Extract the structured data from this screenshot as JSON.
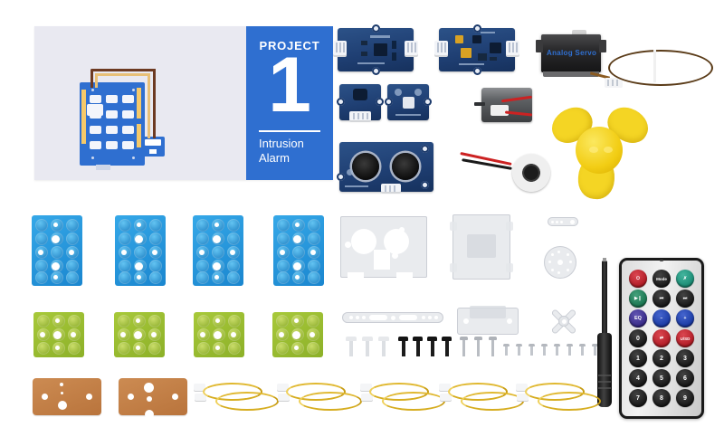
{
  "scene": {
    "title": "Intrusion Alarm project kit contents",
    "background_color": "#ffffff"
  },
  "project_card": {
    "name": "project-card",
    "eyebrow": "PROJECT",
    "number": "1",
    "subtitle_line1": "Intrusion",
    "subtitle_line2": "Alarm",
    "panel_color": "#2f6fd0",
    "card_color": "#e9e9f1",
    "illustration": {
      "board_label": "grove-board-illustration",
      "connector_label": "grove-connector-illustration"
    }
  },
  "components": {
    "grove_boards": [
      {
        "name": "grove-sound-sensor-board",
        "label": "Grove sound sensor module"
      },
      {
        "name": "grove-driver-board",
        "label": "Grove motor driver module"
      },
      {
        "name": "grove-ir-receiver-board",
        "label": "Grove infrared receiver module"
      },
      {
        "name": "grove-pir-motion-sensor-board",
        "label": "Grove PIR motion sensor module"
      },
      {
        "name": "grove-ultrasonic-ranger-board",
        "label": "Grove ultrasonic ranger module"
      }
    ],
    "servo": {
      "name": "analog-servo",
      "label": "Analog Servo",
      "brand_text": "Analog Servo"
    },
    "fan": {
      "name": "fan-blade",
      "label": "Yellow three-blade fan",
      "color": "#f4d524"
    },
    "motor": {
      "name": "dc-motor",
      "label": "DC motor with red and black leads"
    },
    "speaker": {
      "name": "speaker-buzzer",
      "label": "Speaker / buzzer with leads"
    },
    "screwdriver": {
      "name": "screwdriver",
      "label": "Black handled screwdriver"
    }
  },
  "bricks": {
    "blue": {
      "name": "blue-building-brick",
      "count": 4,
      "studs": "3x5",
      "color": "#1f90d8"
    },
    "green": {
      "name": "green-building-brick",
      "count": 4,
      "studs": "3x3",
      "color": "#98bb2f"
    }
  },
  "acrylic_parts": [
    {
      "name": "acrylic-sensor-mount-plate",
      "label": "Acrylic sensor mounting plate"
    },
    {
      "name": "acrylic-motor-bracket-plate",
      "label": "Acrylic motor bracket plate"
    },
    {
      "name": "acrylic-long-bracket",
      "label": "Acrylic long bracket strip"
    },
    {
      "name": "acrylic-u-bracket",
      "label": "Acrylic U bracket"
    },
    {
      "name": "servo-horn-single-arm",
      "label": "Single arm servo horn"
    },
    {
      "name": "servo-horn-round-disc",
      "label": "Round disc servo horn"
    },
    {
      "name": "servo-horn-cross",
      "label": "Cross servo horn"
    }
  ],
  "hardware": {
    "white_plastic_screws": {
      "name": "white-plastic-screw",
      "count": 3
    },
    "black_rivets": {
      "name": "black-plastic-rivet",
      "count": 4
    },
    "grey_screws": {
      "name": "grey-machine-screw",
      "count": 3
    },
    "small_silver_screws": {
      "name": "small-silver-screw",
      "count": 8
    }
  },
  "fiberboards": [
    {
      "name": "fiberboard-plate-left",
      "label": "Brown fiberboard plate"
    },
    {
      "name": "fiberboard-plate-right",
      "label": "Brown fiberboard plate"
    }
  ],
  "cables": {
    "name": "grove-cable",
    "count": 5,
    "label": "Yellow Grove 4-pin cable",
    "color": "#e0b830"
  },
  "remote": {
    "name": "infrared-remote-control",
    "label": "Infrared remote control",
    "rows": [
      [
        {
          "name": "remote-power-button",
          "glyph": "⏻",
          "color": "#b5202a",
          "kind": "icon"
        },
        {
          "name": "remote-mode-button",
          "glyph": "Mode",
          "color": "#1d1d1d",
          "kind": "text"
        },
        {
          "name": "remote-mute-button",
          "glyph": "✗",
          "color": "#1e8f78",
          "kind": "icon"
        }
      ],
      [
        {
          "name": "remote-play-pause-button",
          "glyph": "▶❙",
          "color": "#1e7a55",
          "kind": "icon"
        },
        {
          "name": "remote-previous-button",
          "glyph": "⏮",
          "color": "#1d1d1d",
          "kind": "icon"
        },
        {
          "name": "remote-next-button",
          "glyph": "⏭",
          "color": "#1d1d1d",
          "kind": "icon"
        }
      ],
      [
        {
          "name": "remote-eq-button",
          "glyph": "EQ",
          "color": "#3c2f8c",
          "kind": "text"
        },
        {
          "name": "remote-minus-button",
          "glyph": "−",
          "color": "#1f3fa8",
          "kind": "icon"
        },
        {
          "name": "remote-plus-button",
          "glyph": "+",
          "color": "#1f3fa8",
          "kind": "icon"
        }
      ],
      [
        {
          "name": "remote-zero-button",
          "glyph": "0",
          "color": "#1d1d1d",
          "kind": "num"
        },
        {
          "name": "remote-repeat-button",
          "glyph": "⇄",
          "color": "#b5202a",
          "kind": "icon"
        },
        {
          "name": "remote-usd-button",
          "glyph": "U/SD",
          "color": "#b5202a",
          "kind": "text"
        }
      ],
      [
        {
          "name": "remote-one-button",
          "glyph": "1",
          "color": "#1d1d1d",
          "kind": "num"
        },
        {
          "name": "remote-two-button",
          "glyph": "2",
          "color": "#1d1d1d",
          "kind": "num"
        },
        {
          "name": "remote-three-button",
          "glyph": "3",
          "color": "#1d1d1d",
          "kind": "num"
        }
      ],
      [
        {
          "name": "remote-four-button",
          "glyph": "4",
          "color": "#1d1d1d",
          "kind": "num"
        },
        {
          "name": "remote-five-button",
          "glyph": "5",
          "color": "#1d1d1d",
          "kind": "num"
        },
        {
          "name": "remote-six-button",
          "glyph": "6",
          "color": "#1d1d1d",
          "kind": "num"
        }
      ],
      [
        {
          "name": "remote-seven-button",
          "glyph": "7",
          "color": "#1d1d1d",
          "kind": "num"
        },
        {
          "name": "remote-eight-button",
          "glyph": "8",
          "color": "#1d1d1d",
          "kind": "num"
        },
        {
          "name": "remote-nine-button",
          "glyph": "9",
          "color": "#1d1d1d",
          "kind": "num"
        }
      ]
    ]
  }
}
